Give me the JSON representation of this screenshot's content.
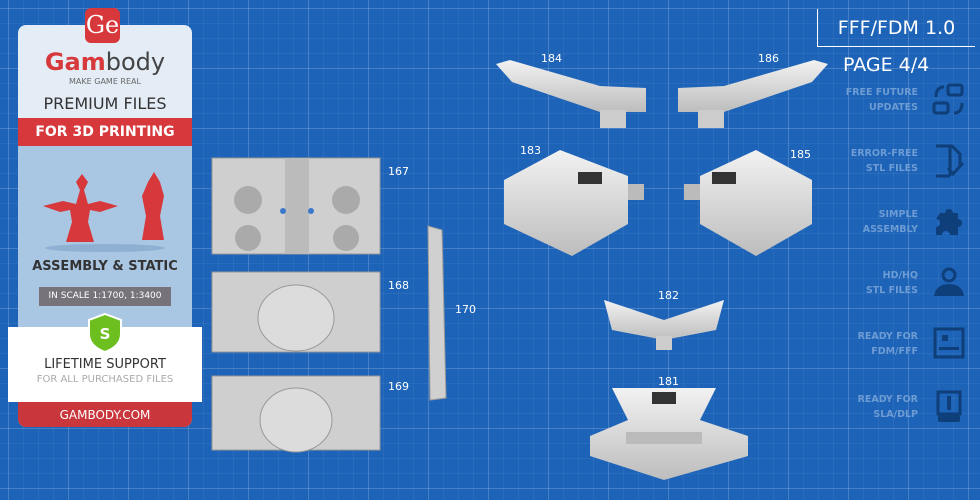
{
  "banner": {
    "logo": "Ge",
    "brand_a": "Gam",
    "brand_b": "body",
    "tagline": "MAKE GAME REAL",
    "premium": "PREMIUM FILES",
    "for_3d": "FOR 3D PRINTING",
    "assembly": "ASSEMBLY & STATIC",
    "scale": "IN SCALE 1:1700, 1:3400",
    "shield_letter": "S",
    "support": "LIFETIME SUPPORT",
    "support_sub": "FOR ALL PURCHASED FILES",
    "site": "GAMBODY.COM"
  },
  "header": {
    "version": "FFF/FDM 1.0",
    "page": "PAGE 4/4"
  },
  "features": [
    {
      "label": "FREE FUTURE\nUPDATES",
      "icon": "updates-icon"
    },
    {
      "label": "ERROR-FREE\nSTL FILES",
      "icon": "file-check-icon"
    },
    {
      "label": "SIMPLE\nASSEMBLY",
      "icon": "puzzle-icon"
    },
    {
      "label": "HD/HQ\nSTL FILES",
      "icon": "user-icon"
    },
    {
      "label": "READY FOR\nFDM/FFF",
      "icon": "fdm-printer-icon"
    },
    {
      "label": "READY FOR\nSLA/DLP",
      "icon": "sla-printer-icon"
    }
  ],
  "parts": [
    "167",
    "168",
    "169",
    "170",
    "184",
    "186",
    "183",
    "185",
    "182",
    "181"
  ],
  "colors": {
    "background": "#1d63b7",
    "accent": "#d7383b"
  }
}
